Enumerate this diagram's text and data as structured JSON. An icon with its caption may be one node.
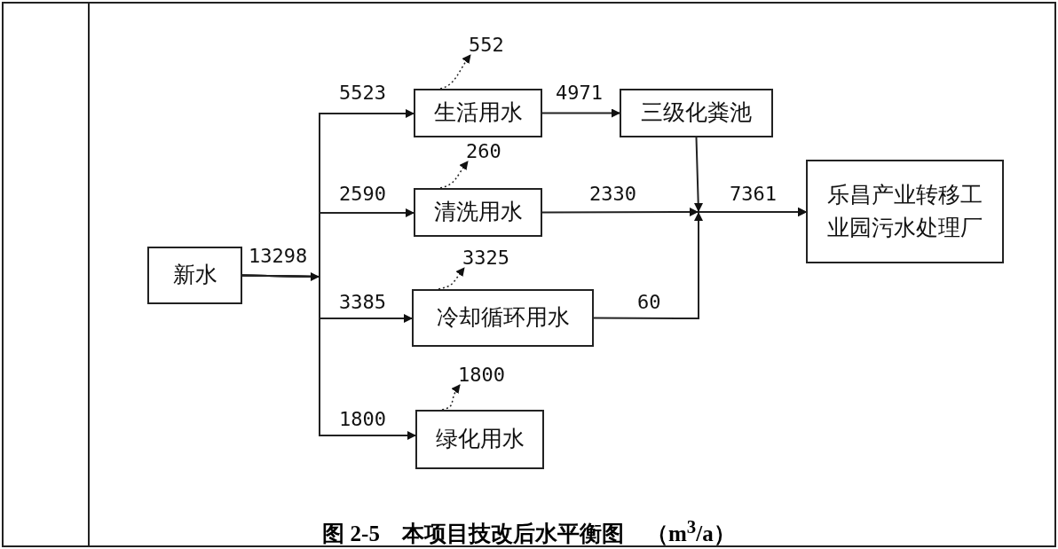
{
  "diagram": {
    "caption": "图 2-5　本项目技改后水平衡图　（m$^{3}$/a）",
    "nodes": [
      {
        "text": [
          "新水"
        ]
      },
      {
        "text": [
          "生活用水"
        ]
      },
      {
        "text": [
          "清洗用水"
        ]
      },
      {
        "text": [
          "冷却循环用水"
        ]
      },
      {
        "text": [
          "绿化用水"
        ]
      },
      {
        "text": [
          "三级化粪池"
        ]
      },
      {
        "text": [
          "乐昌产业转移工业园污水处理厂"
        ]
      },
      {
        "text": [
          "552"
        ]
      },
      {
        "text": [
          "260"
        ]
      },
      {
        "text": [
          "3325"
        ]
      },
      {
        "text": [
          "1800"
        ]
      }
    ],
    "edges": [
      {
        "from": 0,
        "to": 1,
        "arrow": "to",
        "label": "5523"
      },
      {
        "from": 0,
        "to": 2,
        "arrow": "to",
        "label": "2590"
      },
      {
        "from": 0,
        "to": 3,
        "arrow": "to",
        "label": "3385"
      },
      {
        "from": 0,
        "to": 4,
        "arrow": "to",
        "label": "1800"
      },
      {
        "from": 1,
        "to": 5,
        "arrow": "to",
        "label": "4971"
      },
      {
        "from": 2,
        "to": 6,
        "arrow": "to",
        "label": "2330"
      },
      {
        "from": 5,
        "to": 6,
        "arrow": "to"
      },
      {
        "from": 3,
        "to": 6,
        "arrow": "to",
        "label": "60"
      },
      {
        "from": 1,
        "to": 7,
        "arrow": "to",
        "style": "dashed"
      },
      {
        "from": 2,
        "to": 8,
        "arrow": "to",
        "style": "dashed"
      },
      {
        "from": 3,
        "to": 9,
        "arrow": "to",
        "style": "dashed"
      },
      {
        "from": 4,
        "to": 10,
        "arrow": "to",
        "style": "dashed"
      }
    ],
    "labels": [
      "13298",
      "7361"
    ]
  }
}
